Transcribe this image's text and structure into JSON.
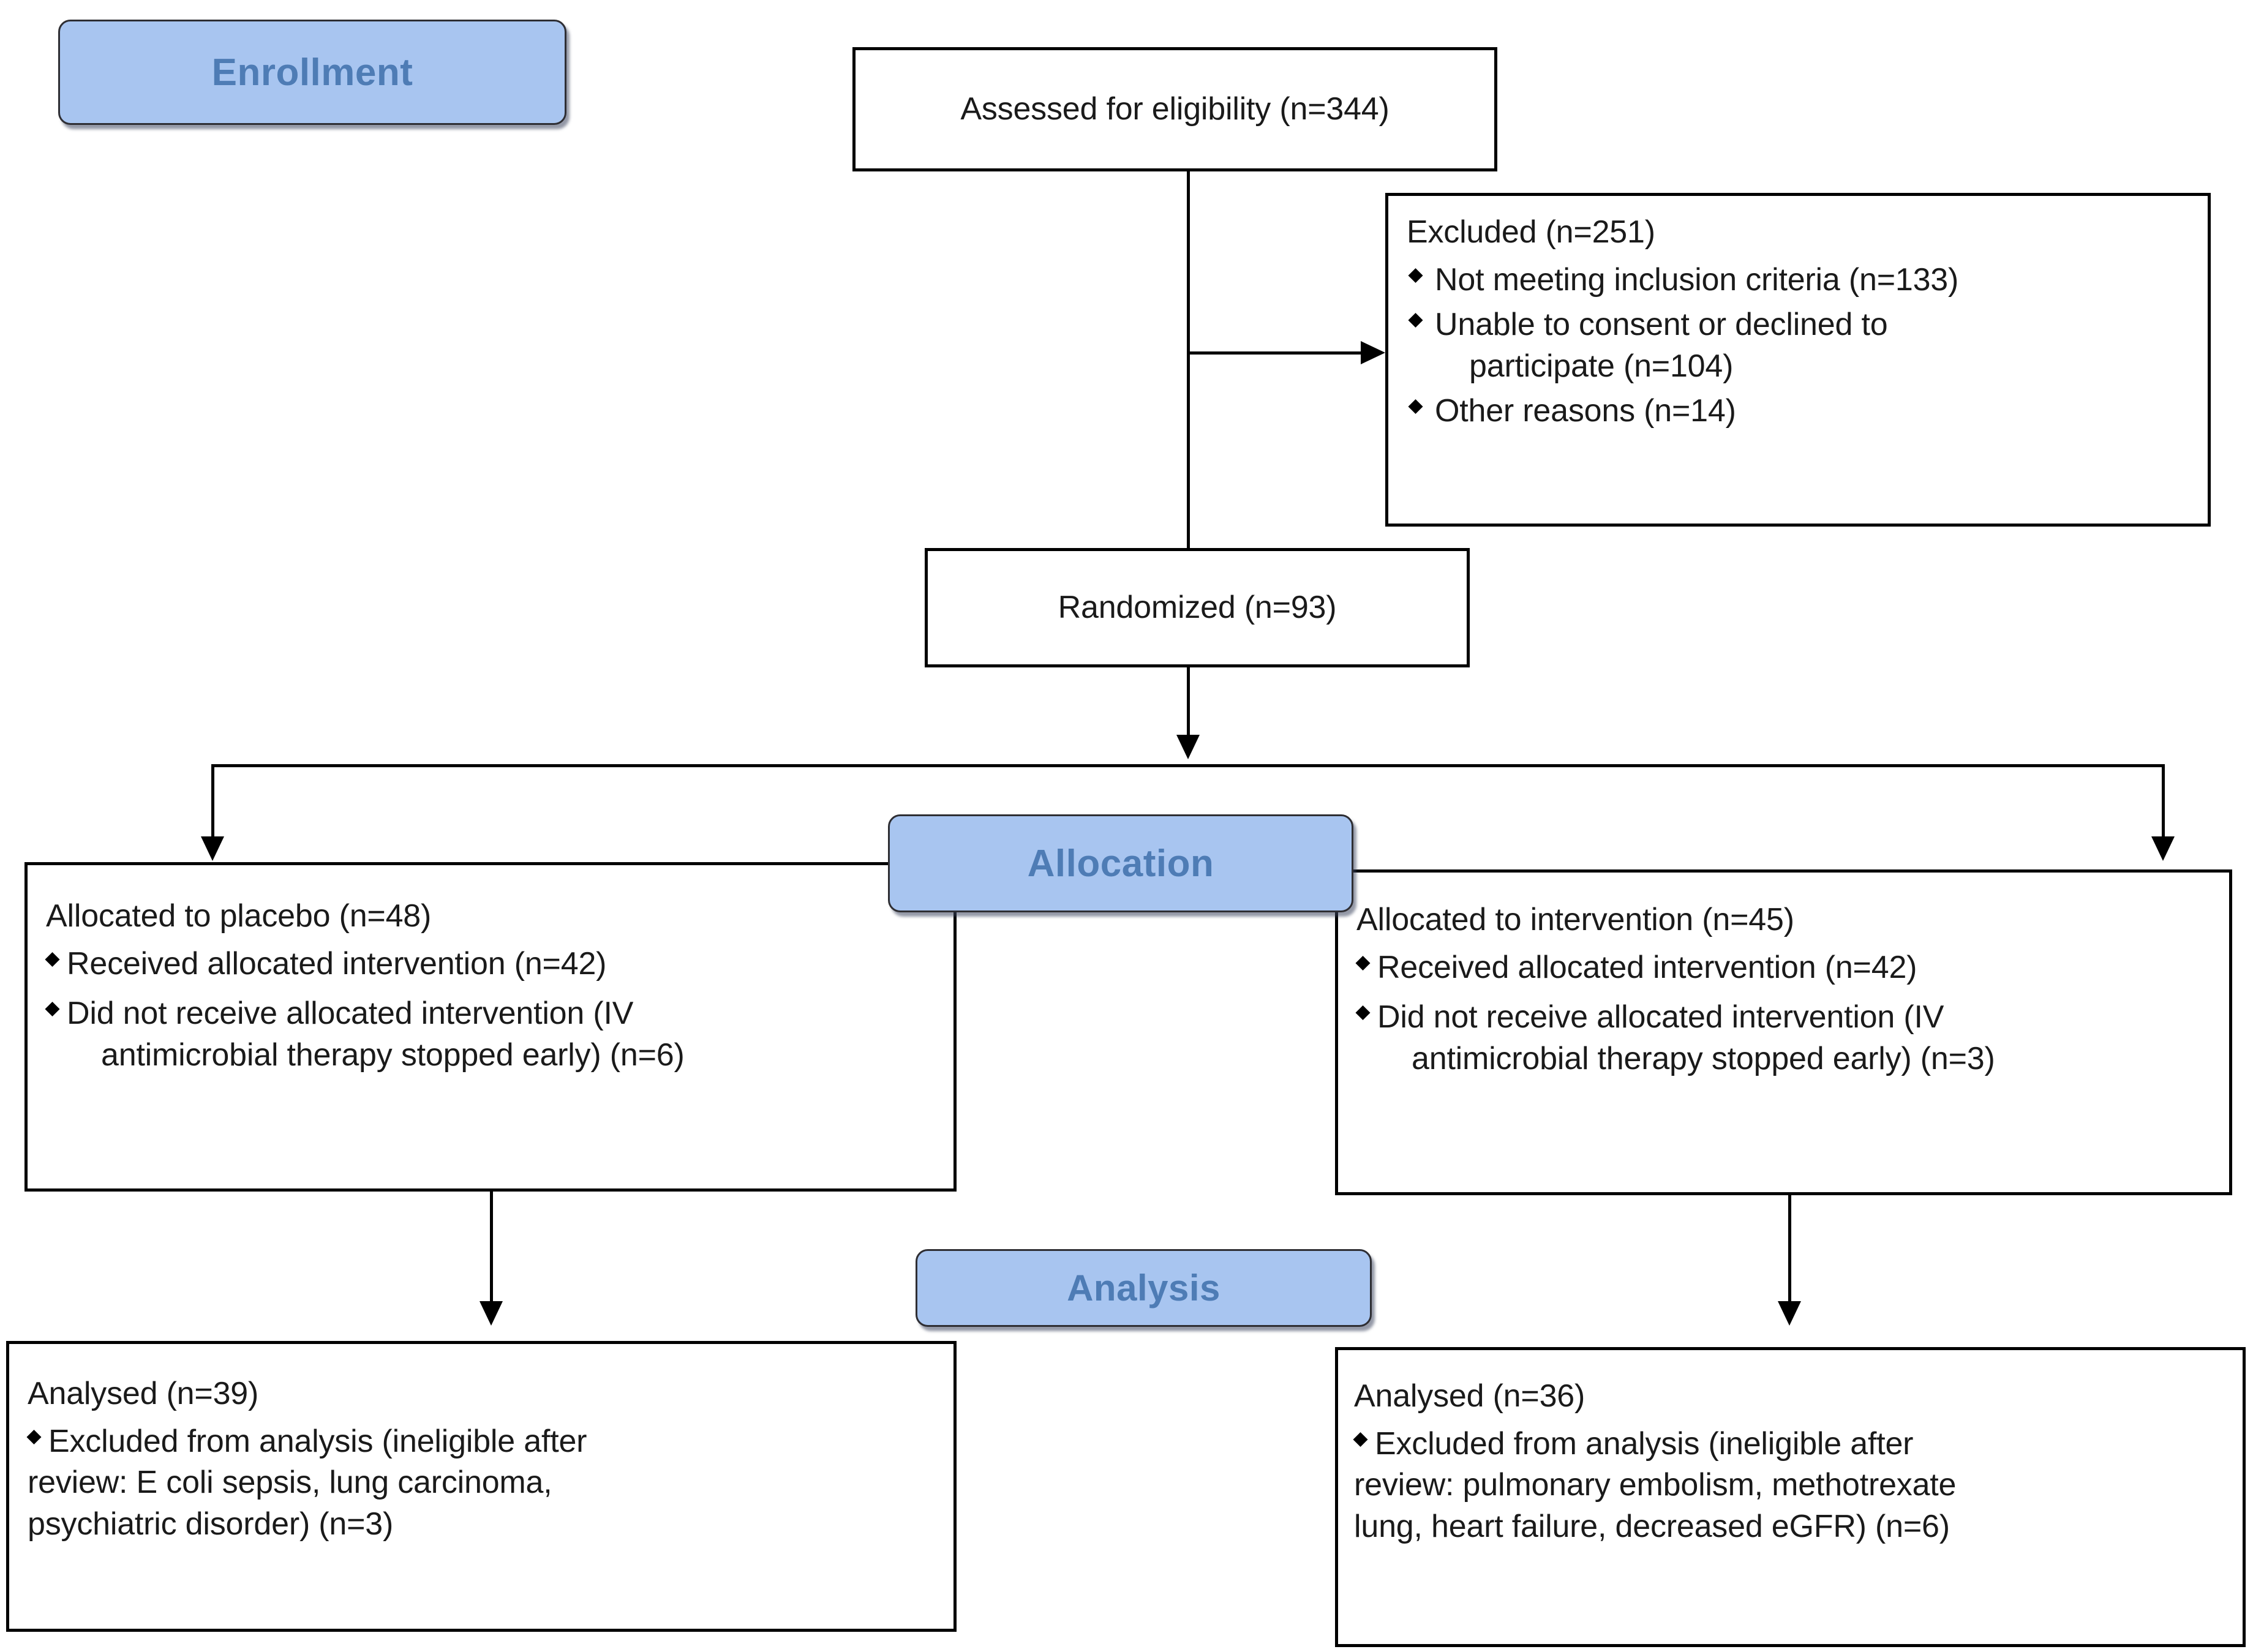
{
  "diagram": {
    "type": "CONSORT participant flow diagram",
    "stage_labels": {
      "enrollment": "Enrollment",
      "allocation": "Allocation",
      "analysis": "Analysis"
    },
    "colors": {
      "badge_fill": "#A8C5F0",
      "badge_text": "#4E7CB5",
      "badge_border": "#2E2E33",
      "box_border": "#000000",
      "box_fill": "#FFFFFF",
      "text": "#1A1A1A"
    },
    "nodes": {
      "eligibility": {
        "text": "Assessed for eligibility (n=344)",
        "n": 344
      },
      "excluded": {
        "header": "Excluded (n=251)",
        "n": 251,
        "reasons": [
          {
            "line1": "Not meeting inclusion criteria (n=133)",
            "line2": "",
            "n": 133
          },
          {
            "line1": "Unable to consent or declined to",
            "line2": "participate (n=104)",
            "n": 104
          },
          {
            "line1": "Other reasons (n=14)",
            "line2": "",
            "n": 14
          }
        ]
      },
      "randomized": {
        "text": "Randomized (n=93)",
        "n": 93
      },
      "allocated_placebo": {
        "header": "Allocated to placebo (n=48)",
        "n": 48,
        "items": [
          {
            "line1": "Received allocated intervention (n=42)",
            "line2": "",
            "n": 42
          },
          {
            "line1": "Did not receive allocated intervention (IV",
            "line2": "antimicrobial therapy stopped early) (n=6)",
            "n": 6
          }
        ]
      },
      "allocated_intervention": {
        "header": "Allocated to intervention (n=45)",
        "n": 45,
        "items": [
          {
            "line1": "Received allocated intervention (n=42)",
            "line2": "",
            "n": 42
          },
          {
            "line1": "Did not receive allocated intervention (IV",
            "line2": "antimicrobial therapy stopped early) (n=3)",
            "n": 3
          }
        ]
      },
      "analysed_placebo": {
        "header": "Analysed (n=39)",
        "n": 39,
        "items": [
          {
            "line1": "Excluded from analysis (ineligible after",
            "line2": "review: E coli sepsis, lung carcinoma,",
            "line3": "psychiatric disorder) (n=3)",
            "n": 3
          }
        ]
      },
      "analysed_intervention": {
        "header": "Analysed (n=36)",
        "n": 36,
        "items": [
          {
            "line1": "Excluded from analysis (ineligible after",
            "line2": "review: pulmonary embolism, methotrexate",
            "line3": "lung, heart failure, decreased eGFR) (n=6)",
            "n": 6
          }
        ]
      }
    }
  }
}
